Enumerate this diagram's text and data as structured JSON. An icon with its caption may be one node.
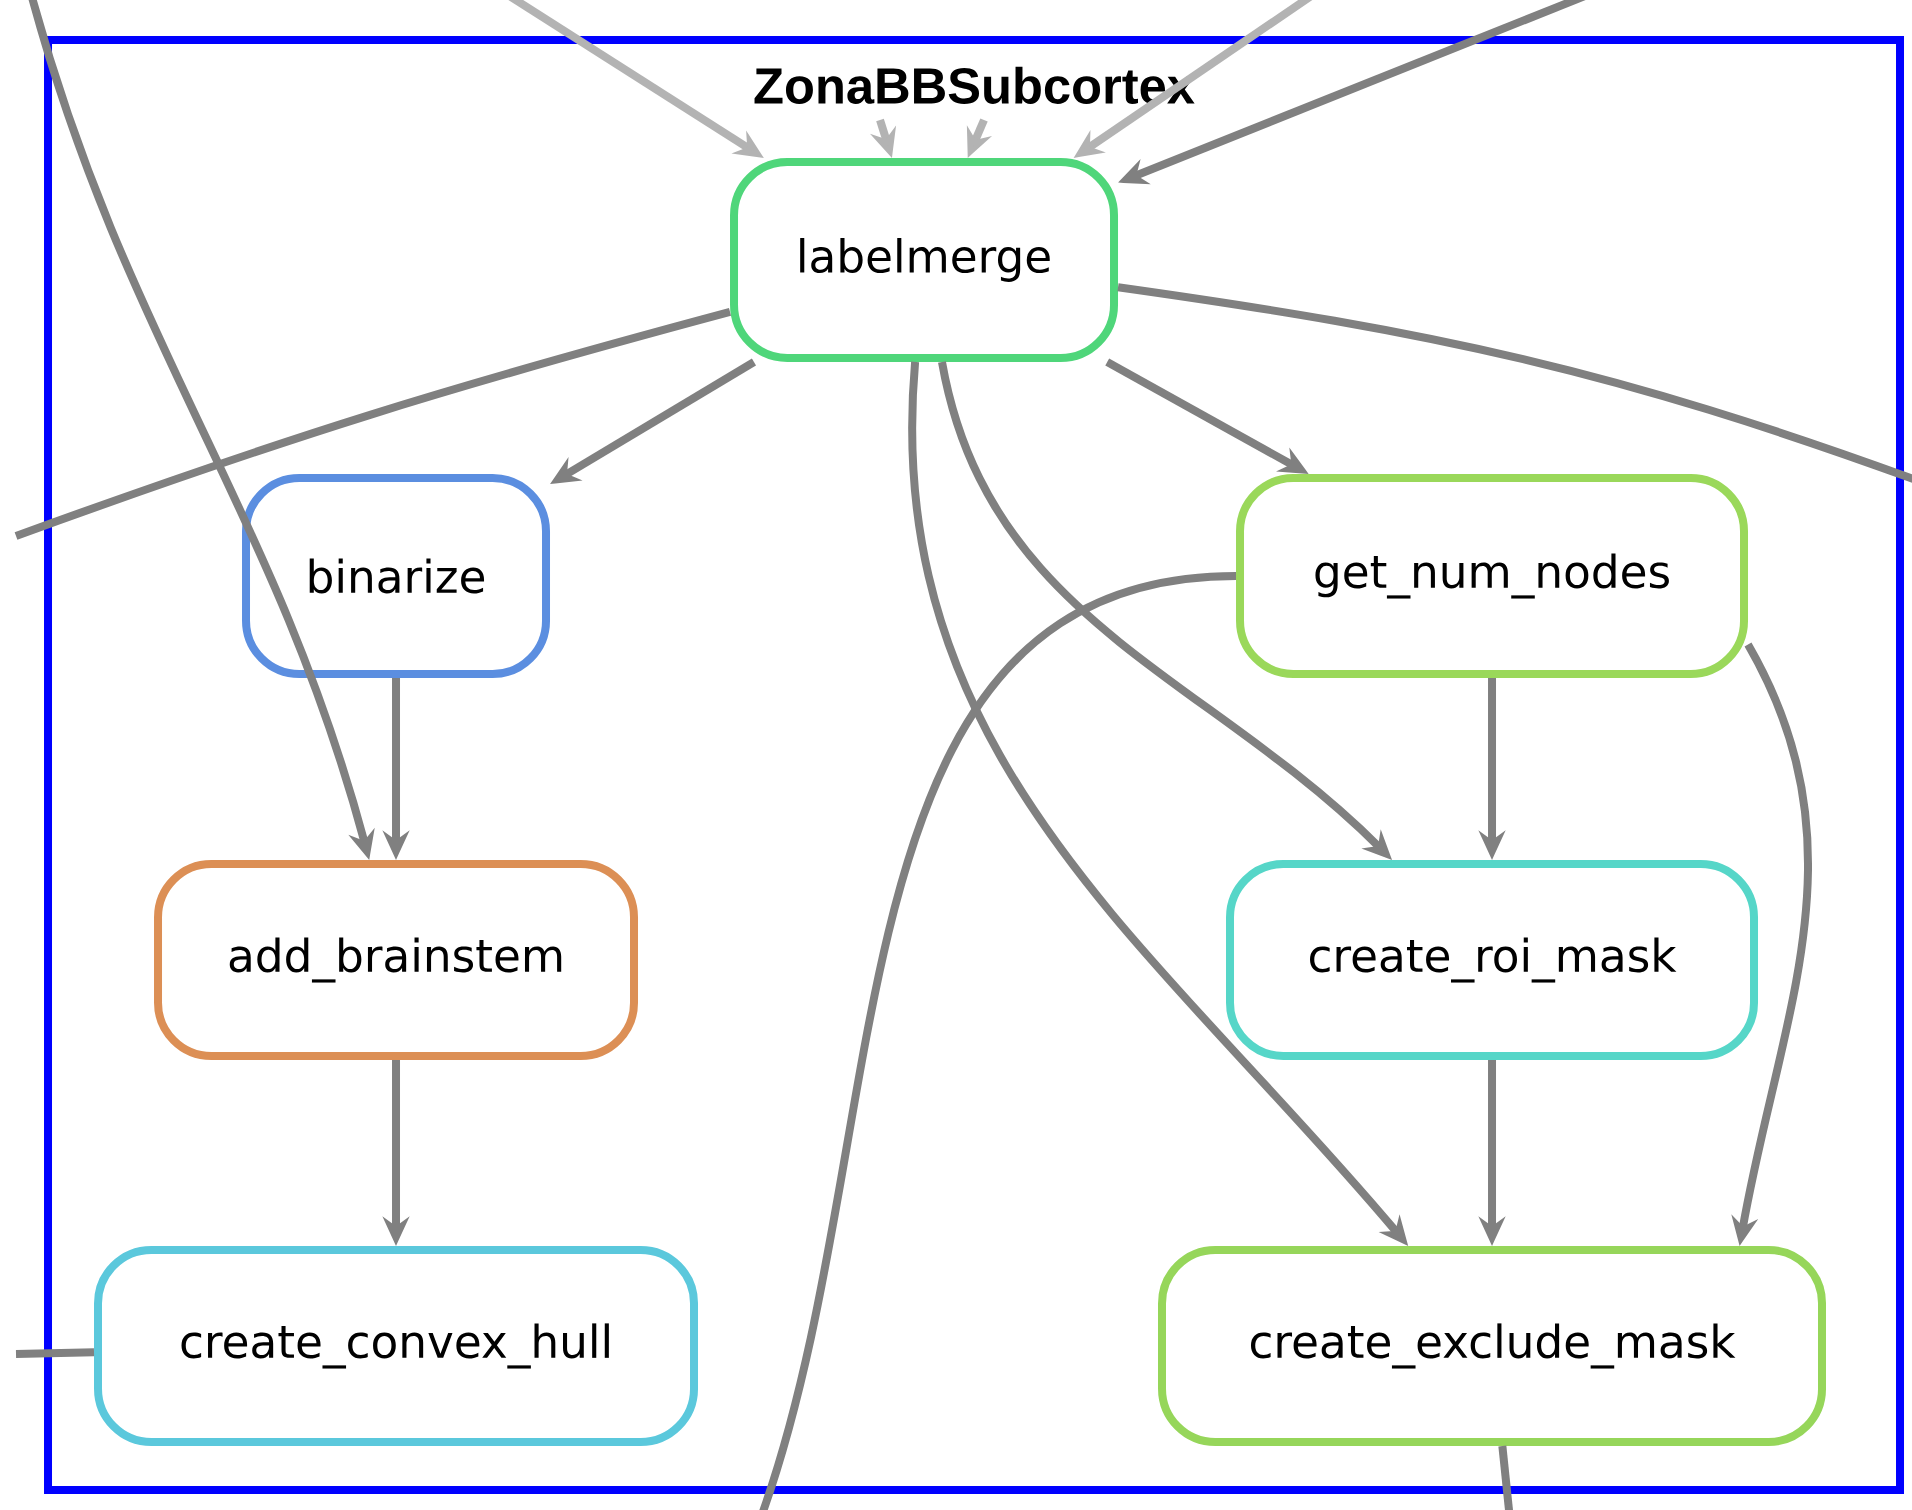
{
  "diagram": {
    "nodes": [
      {
        "text": [
          "ZonaBBSubcortex"
        ]
      },
      {
        "text": [
          "labelmerge"
        ],
        "in": 0
      },
      {
        "text": [
          "binarize"
        ],
        "in": 0
      },
      {
        "text": [
          "get_num_nodes"
        ],
        "in": 0
      },
      {
        "text": [
          "add_brainstem"
        ],
        "in": 0
      },
      {
        "text": [
          "create_roi_mask"
        ],
        "in": 0
      },
      {
        "text": [
          "create_convex_hull"
        ],
        "in": 0
      },
      {
        "text": [
          "create_exclude_mask"
        ],
        "in": 0
      }
    ],
    "edges": [
      {
        "from": null,
        "to": 1,
        "arrow": "to",
        "color": "#b3b3b3"
      },
      {
        "from": null,
        "to": 1,
        "arrow": "to",
        "color": "#b3b3b3"
      },
      {
        "from": null,
        "to": 1,
        "arrow": "to",
        "color": "#b3b3b3"
      },
      {
        "from": null,
        "to": 1,
        "arrow": "to",
        "color": "#b3b3b3"
      },
      {
        "from": null,
        "to": 1,
        "arrow": "to"
      },
      {
        "from": null,
        "to": 4,
        "arrow": "to"
      },
      {
        "from": 1,
        "to": 2,
        "arrow": "to"
      },
      {
        "from": 1,
        "to": 3,
        "arrow": "to"
      },
      {
        "from": 1,
        "to": 5,
        "arrow": "to"
      },
      {
        "from": 1,
        "to": 7,
        "arrow": "to"
      },
      {
        "from": 2,
        "to": 4,
        "arrow": "to"
      },
      {
        "from": 3,
        "to": 5,
        "arrow": "to"
      },
      {
        "from": 4,
        "to": 6,
        "arrow": "to"
      },
      {
        "from": 5,
        "to": 7,
        "arrow": "to"
      },
      {
        "from": 3,
        "to": 7,
        "arrow": "to"
      },
      {
        "from": 1,
        "to": null,
        "arrow": "none"
      },
      {
        "from": 1,
        "to": null,
        "arrow": "none"
      },
      {
        "from": 3,
        "to": null,
        "arrow": "none"
      },
      {
        "from": 6,
        "to": null,
        "arrow": "none"
      },
      {
        "from": 7,
        "to": null,
        "arrow": "none"
      }
    ]
  }
}
